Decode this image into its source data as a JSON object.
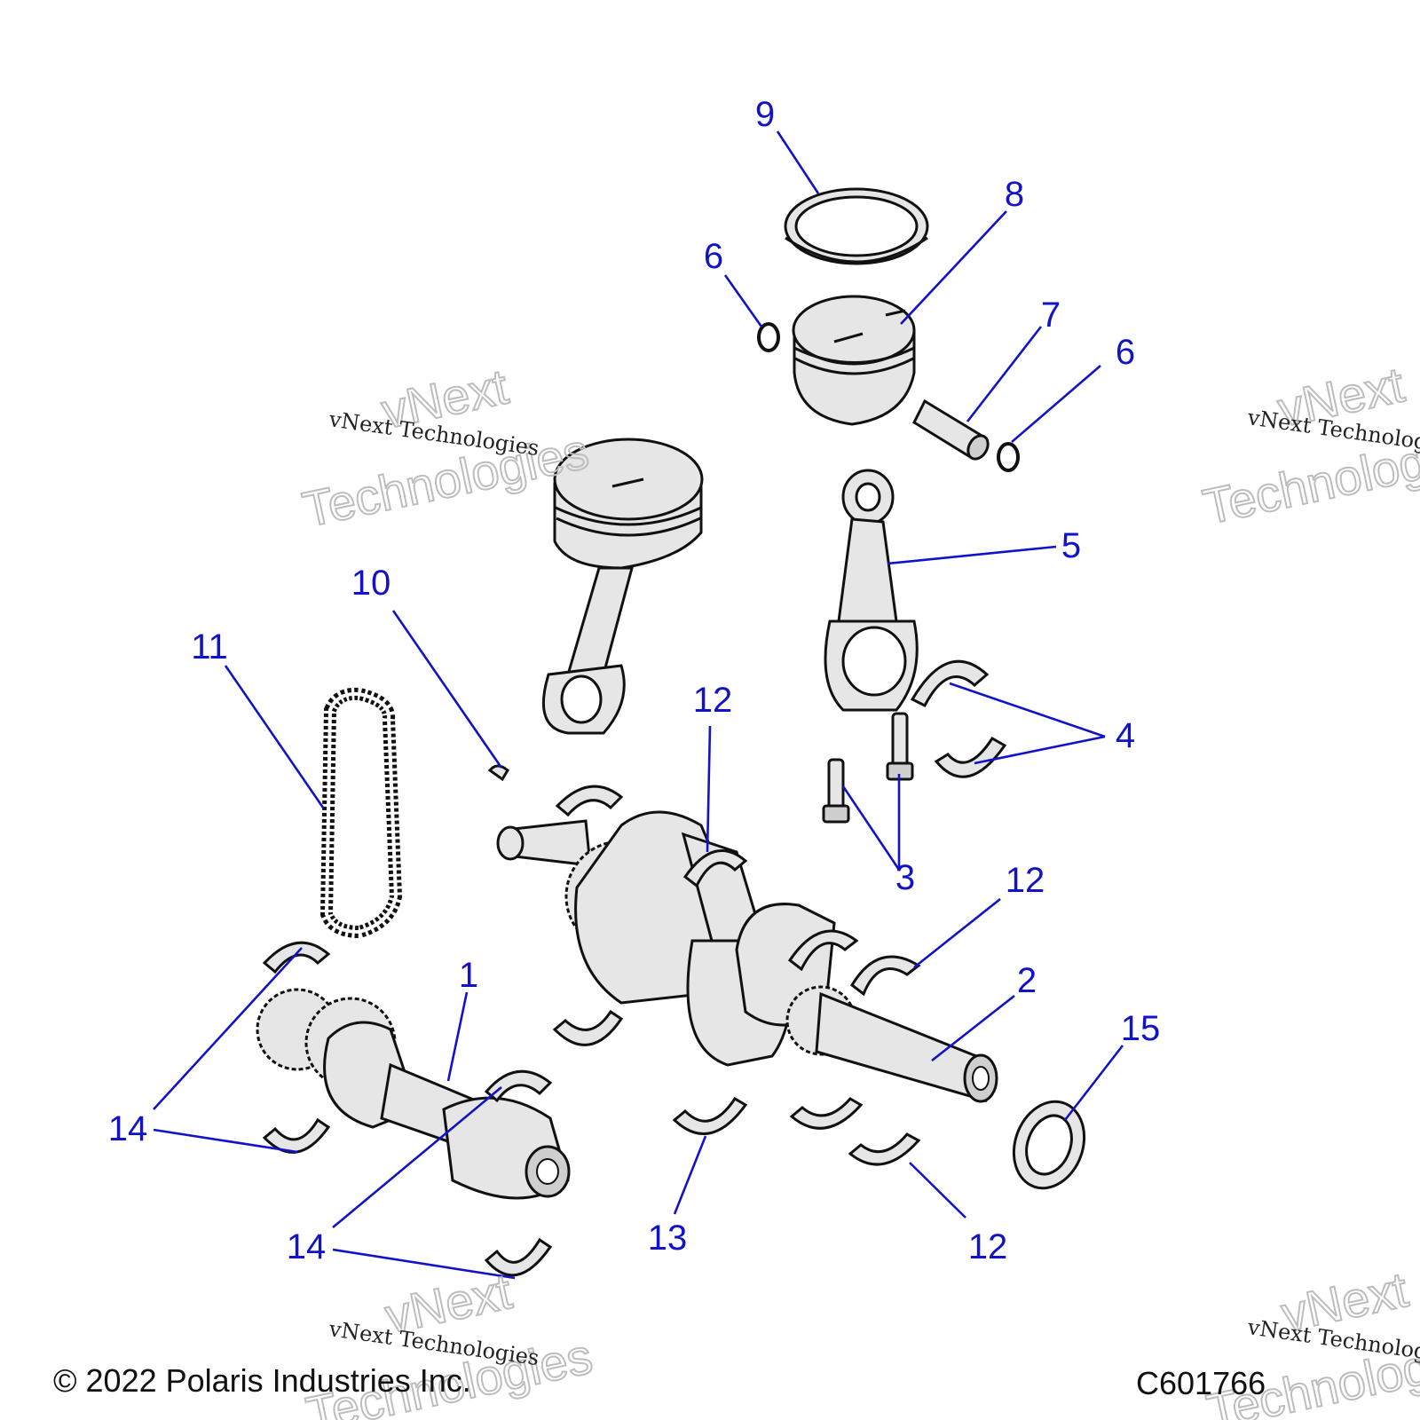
{
  "diagram": {
    "callouts": [
      {
        "id": "c1",
        "label": "1"
      },
      {
        "id": "c2",
        "label": "2"
      },
      {
        "id": "c3",
        "label": "3"
      },
      {
        "id": "c4",
        "label": "4"
      },
      {
        "id": "c5",
        "label": "5"
      },
      {
        "id": "c6a",
        "label": "6"
      },
      {
        "id": "c6b",
        "label": "6"
      },
      {
        "id": "c7",
        "label": "7"
      },
      {
        "id": "c8",
        "label": "8"
      },
      {
        "id": "c9",
        "label": "9"
      },
      {
        "id": "c10",
        "label": "10"
      },
      {
        "id": "c11",
        "label": "11"
      },
      {
        "id": "c12a",
        "label": "12"
      },
      {
        "id": "c12b",
        "label": "12"
      },
      {
        "id": "c12c",
        "label": "12"
      },
      {
        "id": "c13",
        "label": "13"
      },
      {
        "id": "c14a",
        "label": "14"
      },
      {
        "id": "c14b",
        "label": "14"
      },
      {
        "id": "c15",
        "label": "15"
      }
    ],
    "watermark": {
      "small": "vNext Technologies",
      "large_line1": "vNext",
      "large_line2": "Technologies"
    },
    "copyright": "© 2022 Polaris Industries Inc.",
    "figure_code": "C601766"
  }
}
